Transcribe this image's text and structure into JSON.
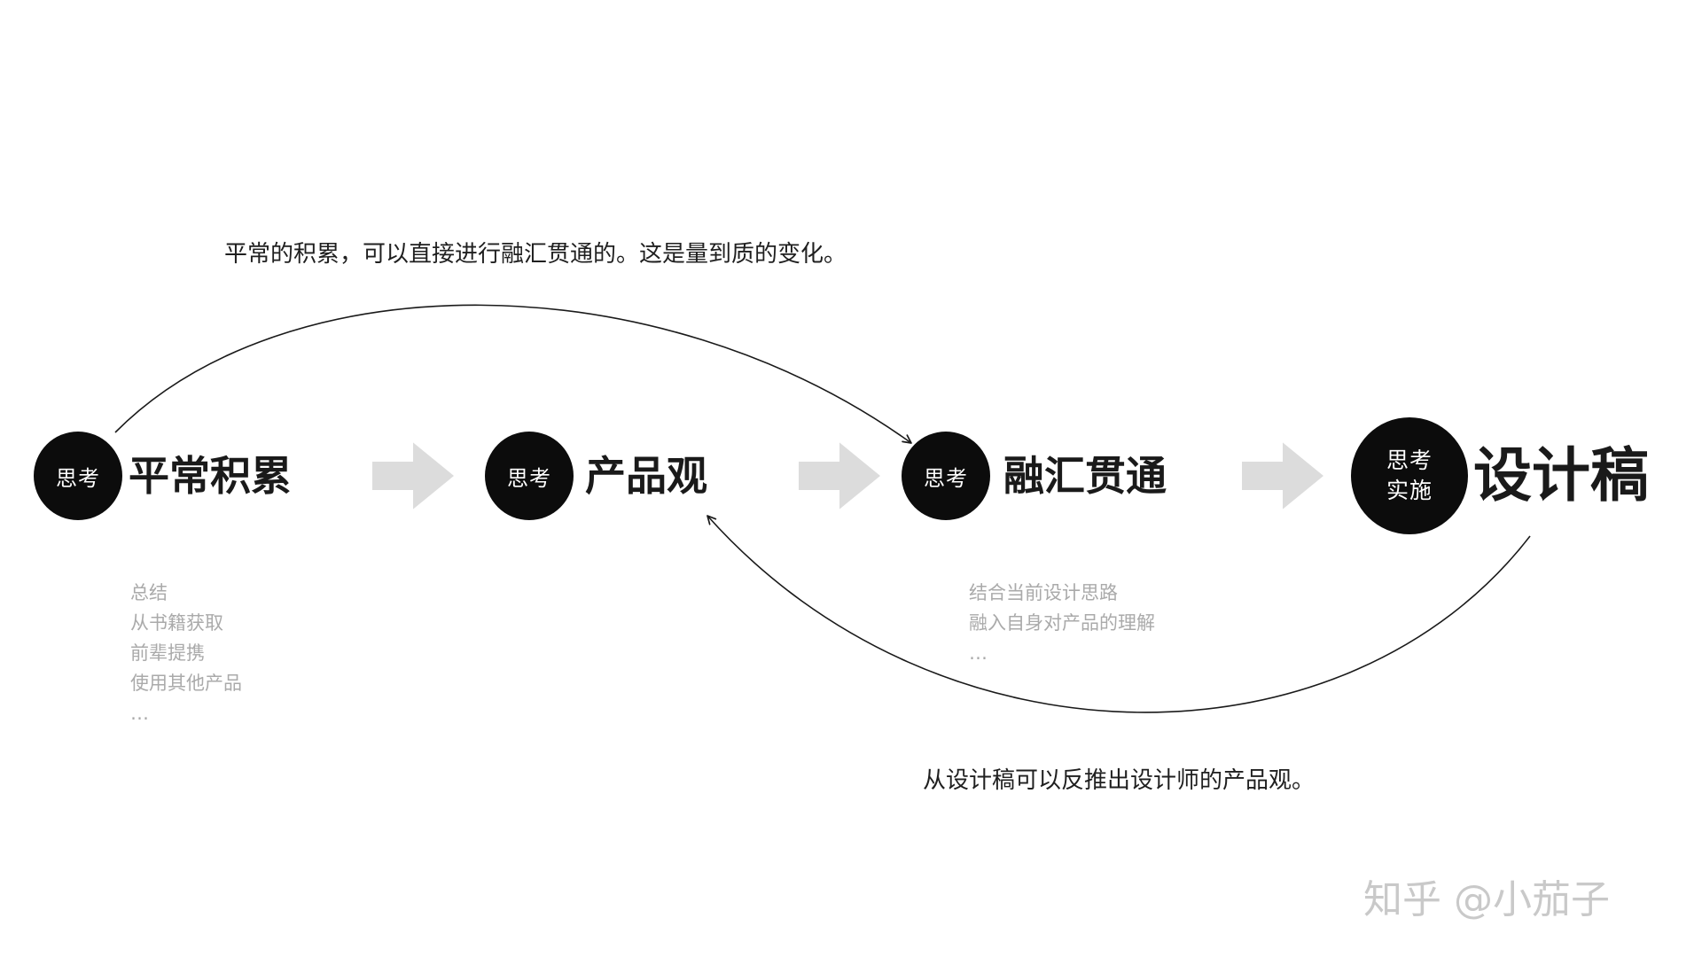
{
  "nodes": [
    {
      "badge": [
        "思考"
      ],
      "title": "平常积累",
      "notes": [
        "总结",
        "从书籍获取",
        "前辈提携",
        "使用其他产品",
        "…"
      ]
    },
    {
      "badge": [
        "思考"
      ],
      "title": "产品观",
      "notes": []
    },
    {
      "badge": [
        "思考"
      ],
      "title": "融汇贯通",
      "notes": [
        "结合当前设计思路",
        "融入自身对产品的理解",
        "…"
      ]
    },
    {
      "badge": [
        "思考",
        "实施"
      ],
      "title": "设计稿",
      "notes": []
    }
  ],
  "annotations": {
    "top": "平常的积累，可以直接进行融汇贯通的。这是量到质的变化。",
    "bottom": "从设计稿可以反推出设计师的产品观。"
  },
  "watermark": "知乎 @小茄子",
  "colors": {
    "badge": "#0c0c0c",
    "badge_text": "#ffffff",
    "flow_arrow": "#dcdcdc",
    "notes_text": "#aaaaaa",
    "curve_stroke": "#1a1a1a",
    "watermark_text": "#c9c9c9"
  }
}
